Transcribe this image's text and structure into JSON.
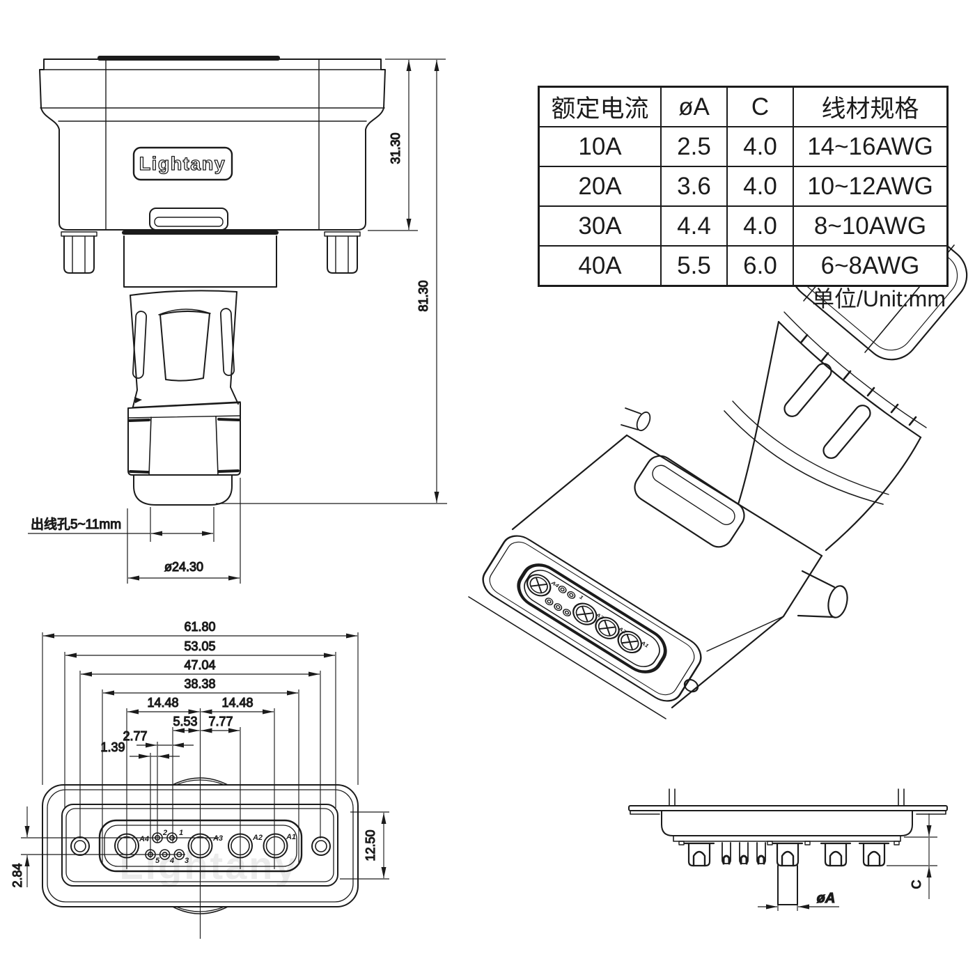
{
  "brand": "Lightany",
  "unit_note": "单位/Unit:mm",
  "spec_table": {
    "headers": [
      "额定电流",
      "øA",
      "C",
      "线材规格"
    ],
    "rows": [
      [
        "10A",
        "2.5",
        "4.0",
        "14~16AWG"
      ],
      [
        "20A",
        "3.6",
        "4.0",
        "10~12AWG"
      ],
      [
        "30A",
        "4.4",
        "4.0",
        "8~10AWG"
      ],
      [
        "40A",
        "5.5",
        "6.0",
        "6~8AWG"
      ]
    ]
  },
  "side_view": {
    "logo": "Lightany",
    "dim_upper_height": "31.30",
    "dim_total_height": "81.30",
    "cable_hole_note": "出线孔5~11mm",
    "dim_gland_diameter": "ø24.30"
  },
  "front_view": {
    "dim_overall_width": "61.80",
    "dim_panel_width": "53.05",
    "dim_mount_spacing": "47.04",
    "dim_insert_width": "38.38",
    "dim_a4_to_center": "14.48",
    "dim_center_to_a1": "14.48",
    "dim_pin1_to_center": "5.53",
    "dim_center_to_a2": "7.77",
    "dim_pin_pitch": "2.77",
    "dim_row_offset": "1.39",
    "dim_row_spacing": "2.84",
    "dim_panel_height": "12.50",
    "contacts": {
      "a4": "A4",
      "a3": "A3",
      "a2": "A2",
      "a1": "A1",
      "p1": "1",
      "p2": "2",
      "p3": "3",
      "p4": "4",
      "p5": "5"
    }
  },
  "rear_view": {
    "dim_diameter": "øA",
    "dim_depth": "C"
  }
}
